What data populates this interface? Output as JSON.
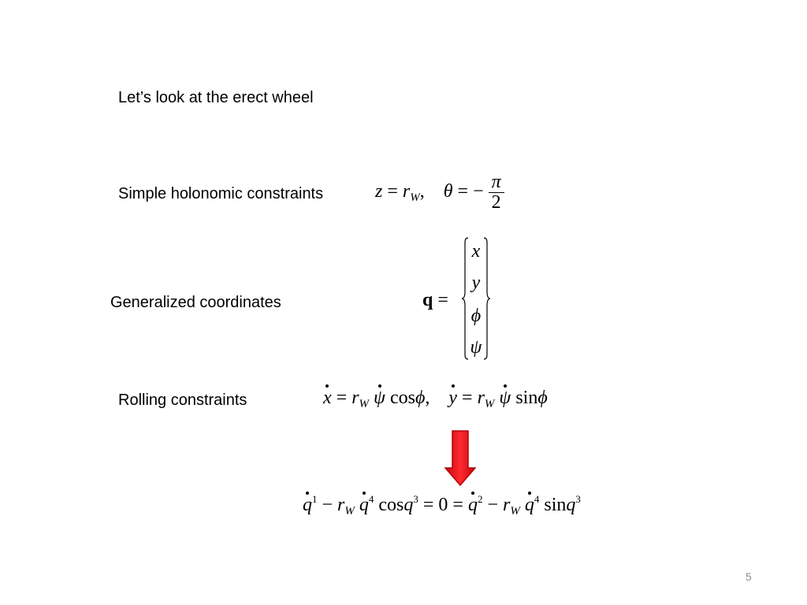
{
  "slide": {
    "intro": "Let’s look at the erect wheel",
    "holonomic_label": "Simple holonomic constraints",
    "holonomic": {
      "z": "z",
      "eq": "=",
      "r": "r",
      "W": "W",
      "comma": ",",
      "theta": "θ",
      "minus_pi": "= −",
      "pi": "π",
      "two": "2"
    },
    "generalized_label": "Generalized coordinates",
    "q_vector": {
      "q": "q",
      "eq": "=",
      "entries": [
        "x",
        "y",
        "ϕ",
        "ψ"
      ]
    },
    "rolling_label": "Rolling constraints",
    "rolling": {
      "x": "x",
      "eq1": "= ",
      "r1": "r",
      "W1": "W",
      "psi1": "ψ",
      "cos": "cos",
      "phi1": "ϕ",
      "comma": ",",
      "y": "y",
      "eq2": "= ",
      "r2": "r",
      "W2": "W",
      "psi2": "ψ",
      "sin": "sin",
      "phi2": "ϕ"
    },
    "transformed": {
      "q1": "q",
      "s1": "1",
      "minus1": " − ",
      "r1": "r",
      "W1": "W",
      "q4a": "q",
      "s4a": "4",
      "cos": " cos",
      "q3a": "q",
      "s3a": "3",
      "eq": " = 0 = ",
      "q2": "q",
      "s2": "2",
      "minus2": " − ",
      "r2": "r",
      "W2": "W",
      "q4b": "q",
      "s4b": "4",
      "sin": " sin",
      "q3b": "q",
      "s3b": "3"
    },
    "page_number": "5",
    "colors": {
      "arrow_red": "#e8161d",
      "arrow_dark": "#b3050a",
      "page_number": "#8c8c8c"
    }
  }
}
